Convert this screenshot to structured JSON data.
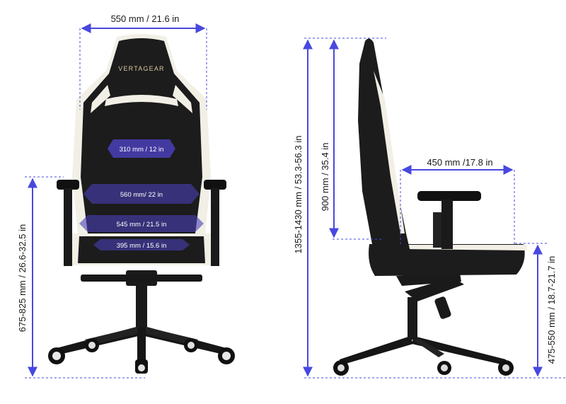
{
  "brand": "VERTAGEAR",
  "colors": {
    "accent": "#4848e0",
    "chair_dark": "#1c1c1c",
    "chair_white": "#f2f0e6",
    "band_fill": "#4a3fb8"
  },
  "front_view": {
    "top_width": "550 mm / 21.6 in",
    "seat_height": "675-825 mm / 26.6-32.5 in",
    "bands": [
      "310 mm / 12 in",
      "560 mm/ 22 in",
      "545 mm / 21.5 in",
      "395 mm / 15.6 in"
    ]
  },
  "side_view": {
    "total_height": "1355-1430 mm / 53.3-56.3 in",
    "backrest_height": "900 mm / 35.4 in",
    "seat_depth": "450 mm /17.8 in",
    "seat_height": "475-550 mm / 18.7-21.7 in"
  }
}
